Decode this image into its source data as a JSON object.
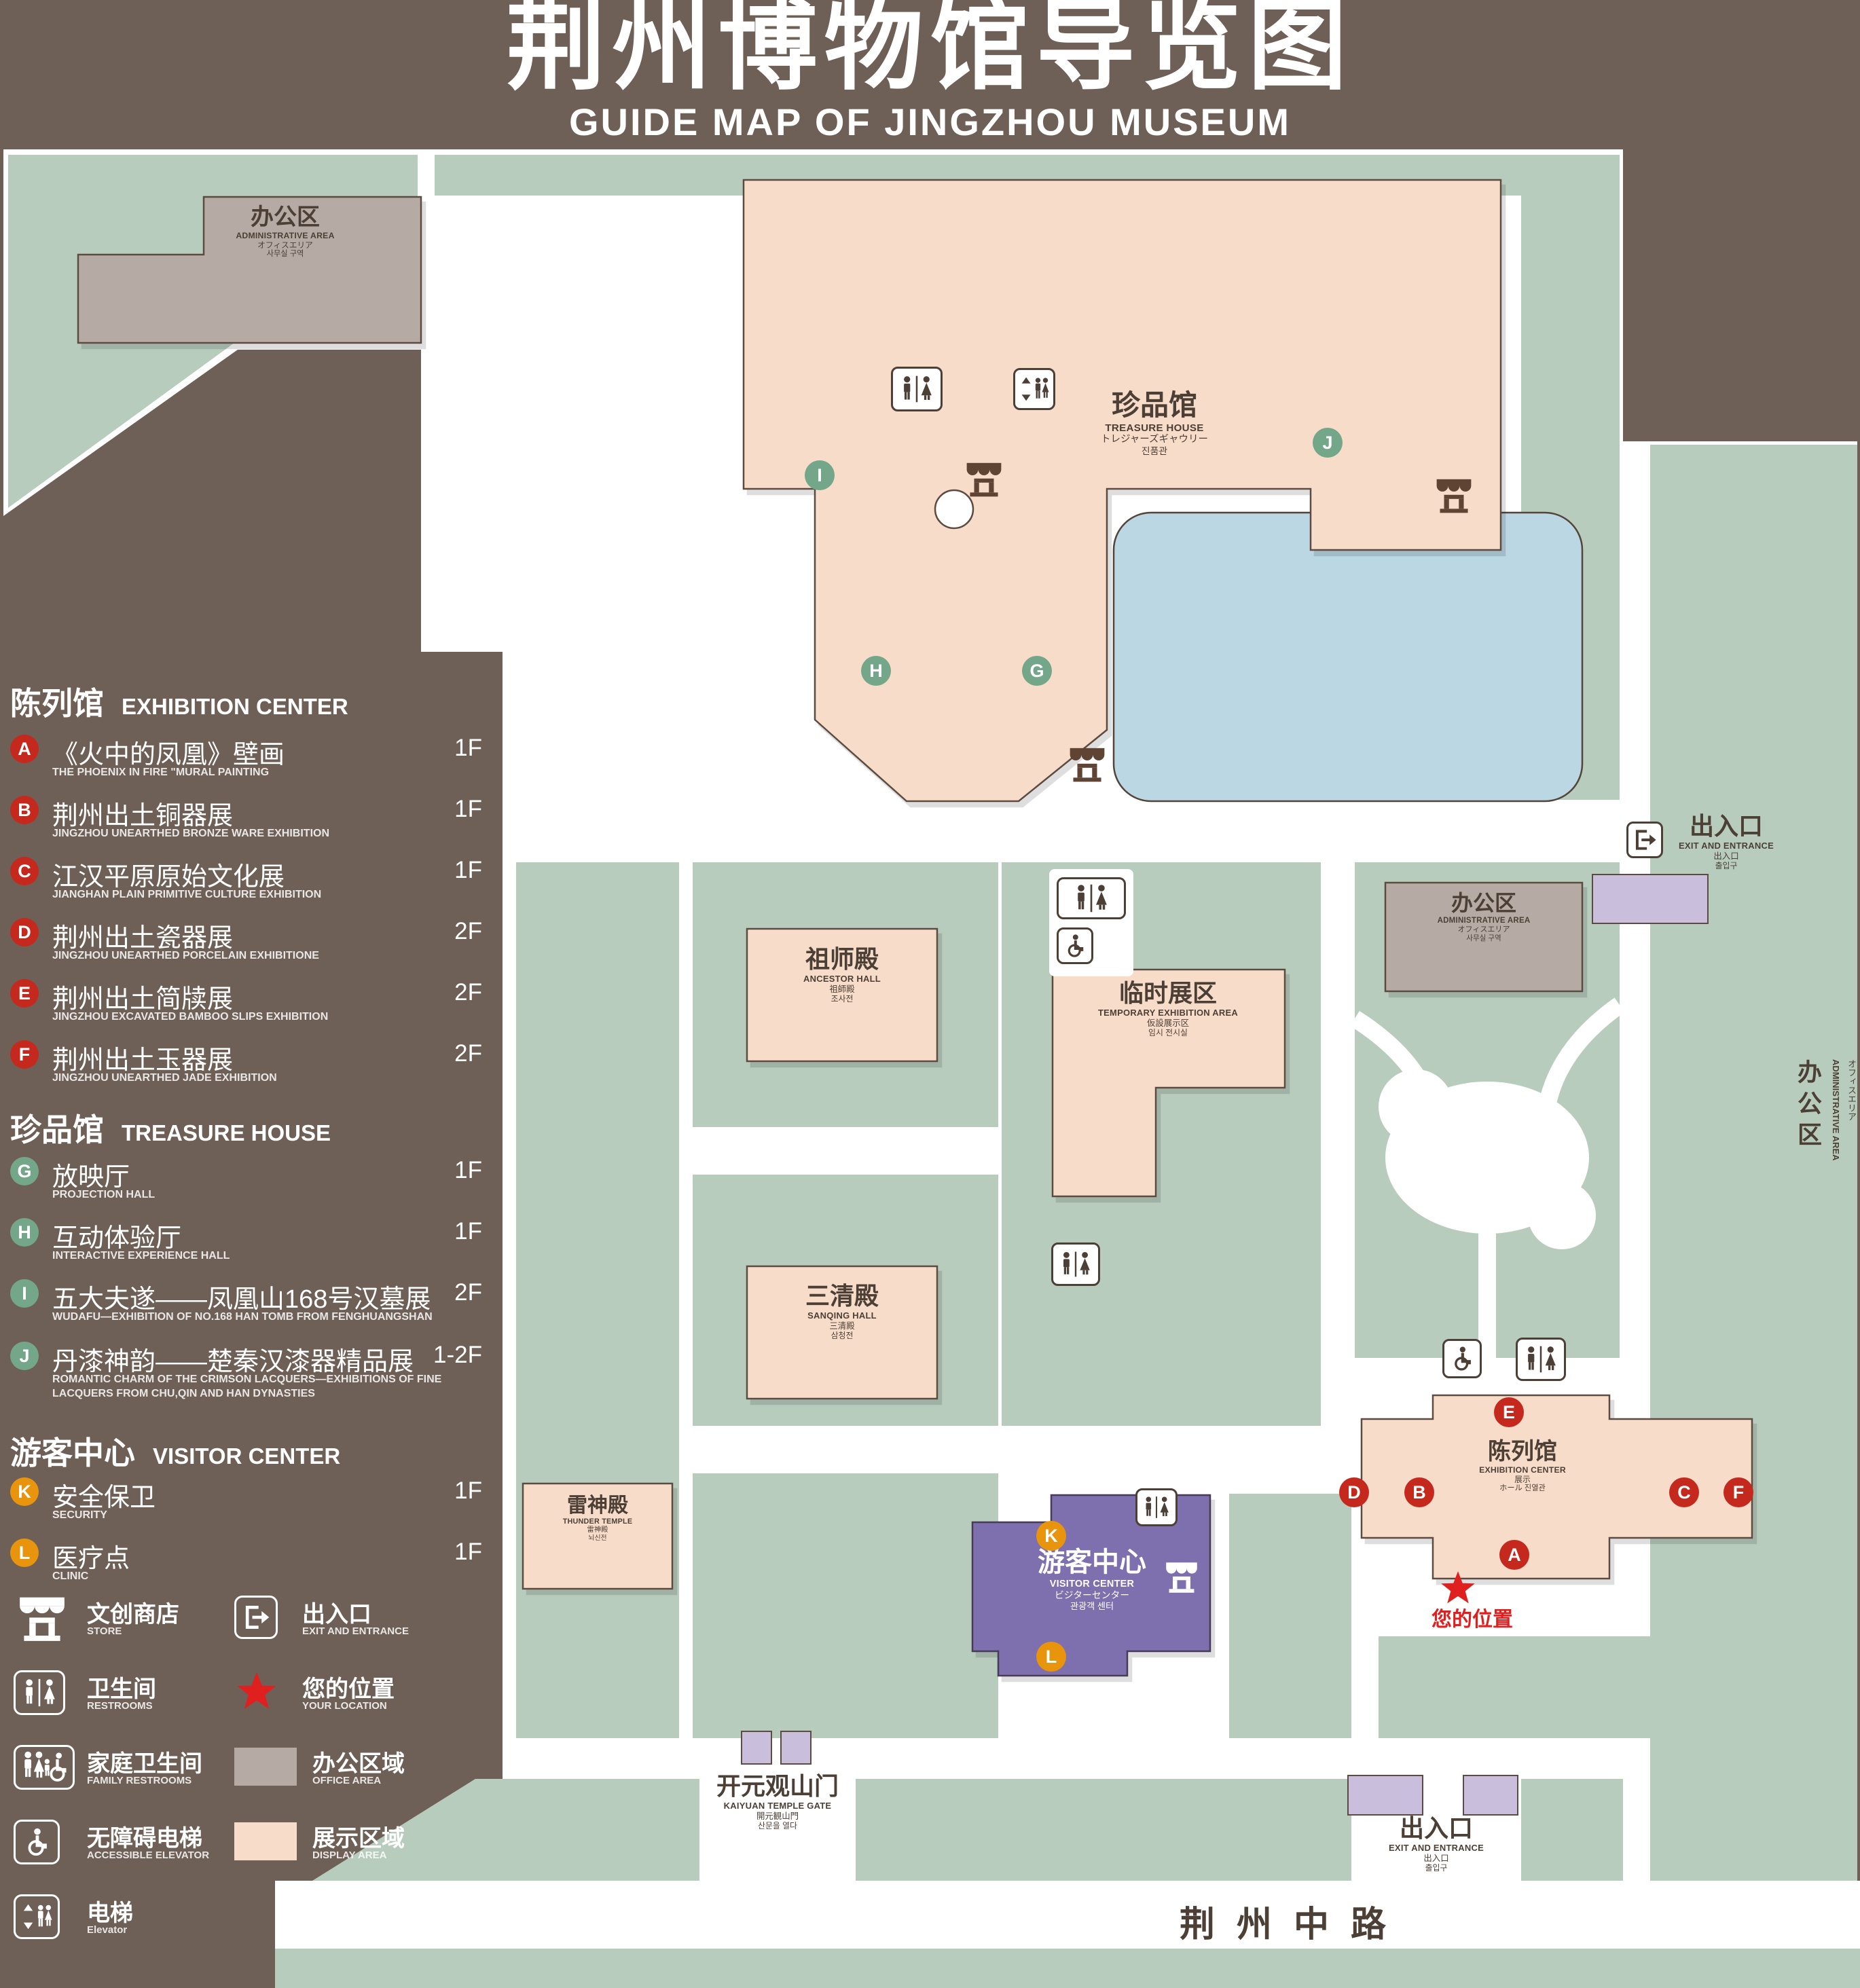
{
  "page": {
    "title_zh": "荆州博物馆导览图",
    "title_en": "GUIDE MAP OF JINGZHOU MUSEUM"
  },
  "legend": {
    "sections": [
      {
        "zh": "陈列馆",
        "en": "EXHIBITION CENTER",
        "items": [
          {
            "letter": "A",
            "zh": "《火中的凤凰》壁画",
            "en": "THE PHOENIX IN FIRE \"MURAL PAINTING",
            "floor": "1F"
          },
          {
            "letter": "B",
            "zh": "荆州出土铜器展",
            "en": "JINGZHOU UNEARTHED BRONZE WARE EXHIBITION",
            "floor": "1F"
          },
          {
            "letter": "C",
            "zh": "江汉平原原始文化展",
            "en": "JIANGHAN PLAIN PRIMITIVE CULTURE EXHIBITION",
            "floor": "1F"
          },
          {
            "letter": "D",
            "zh": "荆州出土瓷器展",
            "en": "JINGZHOU UNEARTHED PORCELAIN EXHIBITIONE",
            "floor": "2F"
          },
          {
            "letter": "E",
            "zh": "荆州出土简牍展",
            "en": "JINGZHOU EXCAVATED BAMBOO SLIPS EXHIBITION",
            "floor": "2F"
          },
          {
            "letter": "F",
            "zh": "荆州出土玉器展",
            "en": "JINGZHOU UNEARTHED JADE EXHIBITION",
            "floor": "2F"
          }
        ]
      },
      {
        "zh": "珍品馆",
        "en": "TREASURE HOUSE",
        "items": [
          {
            "letter": "G",
            "zh": "放映厅",
            "en": "PROJECTION HALL",
            "floor": "1F"
          },
          {
            "letter": "H",
            "zh": "互动体验厅",
            "en": "INTERACTIVE EXPERIENCE HALL",
            "floor": "1F"
          },
          {
            "letter": "I",
            "zh": "五大夫遂——凤凰山168号汉墓展",
            "en": "WUDAFU—EXHIBITION OF NO.168 HAN TOMB FROM FENGHUANGSHAN",
            "floor": "2F"
          },
          {
            "letter": "J",
            "zh": "丹漆神韵——楚秦汉漆器精品展",
            "en": "ROMANTIC CHARM OF THE CRIMSON LACQUERS—EXHIBITIONS OF FINE LACQUERS FROM CHU,QIN AND HAN DYNASTIES",
            "floor": "1-2F"
          }
        ]
      },
      {
        "zh": "游客中心",
        "en": "VISITOR CENTER",
        "items": [
          {
            "letter": "K",
            "zh": "安全保卫",
            "en": "SECURITY",
            "floor": "1F"
          },
          {
            "letter": "L",
            "zh": "医疗点",
            "en": "CLINIC",
            "floor": "1F"
          }
        ]
      }
    ],
    "symbols": {
      "store": {
        "zh": "文创商店",
        "en": "STORE"
      },
      "exit": {
        "zh": "出入口",
        "en": "EXIT AND ENTRANCE"
      },
      "restroom": {
        "zh": "卫生间",
        "en": "RESTROOMS"
      },
      "location": {
        "zh": "您的位置",
        "en": "YOUR LOCATION"
      },
      "family": {
        "zh": "家庭卫生间",
        "en": "FAMILY RESTROOMS"
      },
      "office": {
        "zh": "办公区域",
        "en": "OFFICE AREA"
      },
      "accessible": {
        "zh": "无障碍电梯",
        "en": "ACCESSIBLE ELEVATOR"
      },
      "display": {
        "zh": "展示区域",
        "en": "DISPLAY AREA"
      },
      "elevator": {
        "zh": "电梯",
        "en": "Elevator"
      }
    }
  },
  "map": {
    "admin": {
      "zh": "办公区",
      "en": "ADMINISTRATIVE AREA",
      "jp": "オフィスエリア",
      "kr": "사무실 구역"
    },
    "treasure": {
      "zh": "珍品馆",
      "en": "TREASURE HOUSE",
      "jp": "トレジャーズギャウリー",
      "kr": "진품관"
    },
    "exit": {
      "zh": "出入口",
      "en": "EXIT AND ENTRANCE",
      "jp": "出入口",
      "kr": "출입구"
    },
    "ancestor": {
      "zh": "祖师殿",
      "en": "ANCESTOR HALL",
      "jp": "祖師殿",
      "kr": "조사전"
    },
    "temp": {
      "zh": "临时展区",
      "en": "TEMPORARY EXHIBITION AREA",
      "jp": "仮設展示区",
      "kr": "임시 전시실"
    },
    "sanqing": {
      "zh": "三清殿",
      "en": "SANQING HALL",
      "jp": "三清殿",
      "kr": "삼청전"
    },
    "exhibition": {
      "zh": "陈列馆",
      "en": "EXHIBITION CENTER",
      "jp": "展示",
      "kr": "ホール 진열관"
    },
    "thunder": {
      "zh": "雷神殿",
      "en": "THUNDER TEMPLE",
      "jp": "雷神殿",
      "kr": "뇌신전"
    },
    "visitor": {
      "zh": "游客中心",
      "en": "VISITOR CENTER",
      "jp": "ビジターセンター",
      "kr": "관광객 센터"
    },
    "gate": {
      "zh": "开元观山门",
      "en": "KAIYUAN TEMPLE GATE",
      "jp": "開元観山門",
      "kr": "산문을 열다"
    },
    "road": "荆州中路",
    "your_location": "您的位置",
    "markers": {
      "A": "A",
      "B": "B",
      "C": "C",
      "D": "D",
      "E": "E",
      "F": "F",
      "G": "G",
      "H": "H",
      "I": "I",
      "J": "J",
      "K": "K",
      "L": "L"
    }
  },
  "colors": {
    "background": "#6e6056",
    "green": "#b7ccbd",
    "display_area": "#f8dcca",
    "office_area": "#b5aba4",
    "lake": "#bad7e3",
    "visitor_purple": "#7e6fae",
    "minor_building": "#cabedd",
    "marker_red": "#c5281c",
    "marker_green": "#74a78a",
    "marker_orange": "#e8940d",
    "star_red": "#e01f1f"
  }
}
